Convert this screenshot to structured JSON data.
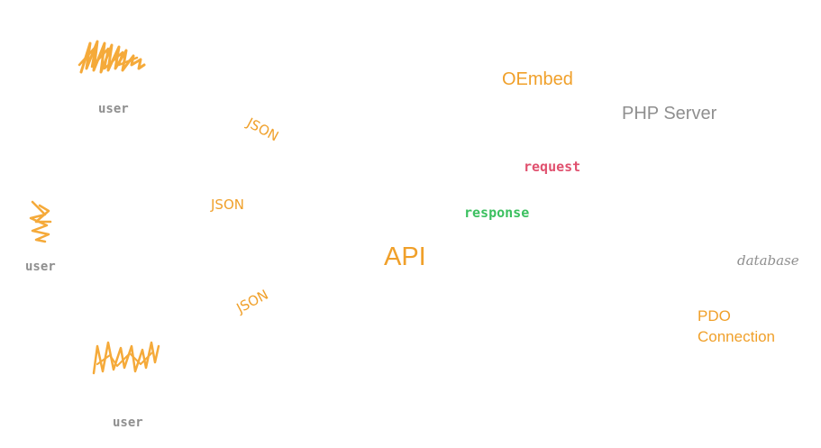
{
  "users": [
    {
      "label": "user"
    },
    {
      "label": "user"
    },
    {
      "label": "user"
    }
  ],
  "json_labels": [
    "JSON",
    "JSON",
    "JSON"
  ],
  "api": {
    "label": "API"
  },
  "oembed": {
    "label": "OEmbed"
  },
  "php_server": {
    "label": "PHP Server"
  },
  "request": {
    "label": "request"
  },
  "response": {
    "label": "response"
  },
  "database": {
    "label": "database"
  },
  "pdo": {
    "line1": "PDO",
    "line2": "Connection"
  },
  "colors": {
    "orange": "#f0a02a",
    "gray": "#8f8f8f",
    "red": "#e0506e",
    "green": "#3cc060"
  }
}
